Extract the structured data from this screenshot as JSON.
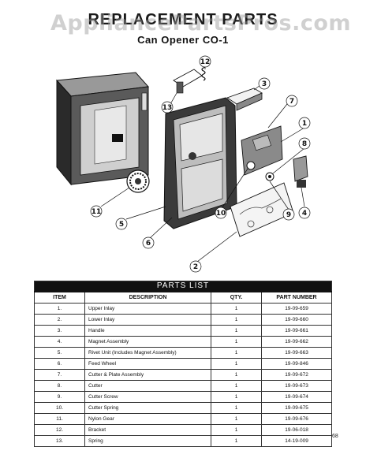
{
  "header": {
    "watermark": "AppliancePartsPros.com",
    "title": "REPLACEMENT PARTS",
    "subtitle": "Can Opener CO-1"
  },
  "diagram": {
    "callouts": [
      "12",
      "3",
      "13",
      "7",
      "1",
      "8",
      "11",
      "5",
      "10",
      "9",
      "4",
      "6",
      "2"
    ]
  },
  "parts_list": {
    "banner": "PARTS LIST",
    "columns": [
      "ITEM",
      "DESCRIPTION",
      "QTY.",
      "PART NUMBER"
    ],
    "rows": [
      {
        "item": "1.",
        "description": "Upper Inlay",
        "qty": "1",
        "part": "19-09-659"
      },
      {
        "item": "2.",
        "description": "Lower Inlay",
        "qty": "1",
        "part": "19-09-660"
      },
      {
        "item": "3.",
        "description": "Handle",
        "qty": "1",
        "part": "19-09-661"
      },
      {
        "item": "4.",
        "description": "Magnet Assembly",
        "qty": "1",
        "part": "19-09-662"
      },
      {
        "item": "5.",
        "description": "Rivet Unit (Includes Magnet Assembly)",
        "qty": "1",
        "part": "19-09-663"
      },
      {
        "item": "6.",
        "description": "Feed Wheel",
        "qty": "1",
        "part": "19-09-846"
      },
      {
        "item": "7.",
        "description": "Cutter & Plate Assembly",
        "qty": "1",
        "part": "19-09-672"
      },
      {
        "item": "8.",
        "description": "Cutter",
        "qty": "1",
        "part": "19-09-673"
      },
      {
        "item": "9.",
        "description": "Cutter Screw",
        "qty": "1",
        "part": "19-09-674"
      },
      {
        "item": "10.",
        "description": "Cutter Spring",
        "qty": "1",
        "part": "19-09-675"
      },
      {
        "item": "11.",
        "description": "Nylon Gear",
        "qty": "1",
        "part": "19-09-676"
      },
      {
        "item": "12.",
        "description": "Bracket",
        "qty": "1",
        "part": "19-06-018"
      },
      {
        "item": "13.",
        "description": "Spring",
        "qty": "1",
        "part": "14-19-009"
      }
    ]
  },
  "footer": {
    "page_number": "68"
  }
}
